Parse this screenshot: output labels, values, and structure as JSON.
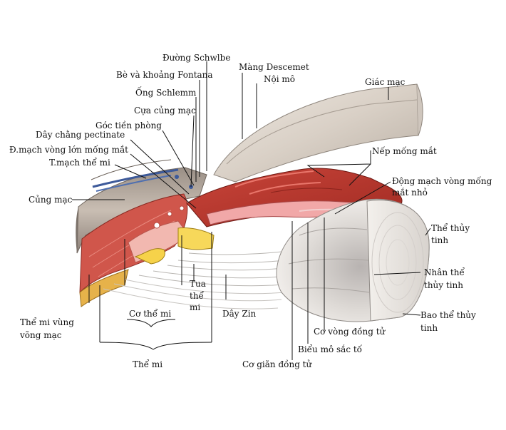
{
  "labels": {
    "duong_schwalbe": "Đường Schwlbe",
    "mang_descemet": "Màng Descemet",
    "be_khoang_fontana": "Bè và khoảng Fontana",
    "noi_mo": "Nội mô",
    "giac_mac": "Giác mạc",
    "ong_schlemm": "Ống Schlemm",
    "cua_cung_mac": "Cựa củng mạc",
    "goc_tien_phong": "Góc tiền phòng",
    "day_chang_pectinate": "Dây chằng pectinate",
    "dm_vong_lon": "Đ.mạch vòng lớn mống mắt",
    "t_mach_the_mi": "T.mạch thể mi",
    "nep_mong_mat": "Nếp mống mắt",
    "dong_mach_vong_nho_1": "Động mạch vòng mống",
    "dong_mach_vong_nho_2": "mắt nhỏ",
    "cung_mac": "Củng mạc",
    "the_thuy_tinh_1": "Thể thủy",
    "the_thuy_tinh_2": "tinh",
    "nhan_the_1": "Nhân thể",
    "nhan_the_2": "thủy tinh",
    "bao_the_1": "Bao thể thủy",
    "bao_the_2": "tinh",
    "tua_1": "Tua",
    "tua_2": "thể",
    "tua_3": "mi",
    "co_the_mi": "Cơ thể mi",
    "day_zin": "Dây Zin",
    "the_mi_vung_1": "Thể mi vùng",
    "the_mi_vung_2": "võng mạc",
    "co_vong_dong_tu": "Cơ vòng đồng tử",
    "bieu_mo_sac_to": "Biểu mô sắc tố",
    "the_mi": "Thể mi",
    "co_gian_dong_tu": "Cơ giãn đồng tử"
  }
}
